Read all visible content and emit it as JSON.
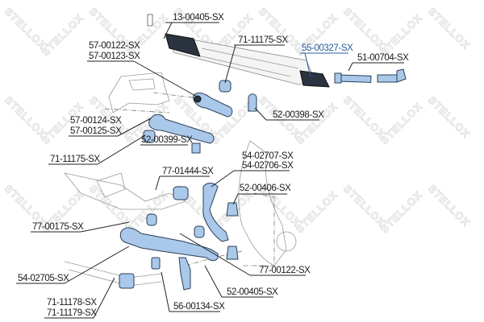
{
  "watermark": "STELLOX",
  "colors": {
    "part_fill": "#a9c8ea",
    "highlight_label": "#2a5c9a",
    "text": "#1a1a1a"
  },
  "highlighted_part": "55-00327-SX",
  "labels": {
    "rack": "13-00405-SX",
    "pitman_arm_1": "57-00122-SX",
    "pitman_arm_2": "57-00123-SX",
    "bushing_top": "71-11175-SX",
    "tie_rod": "55-00327-SX",
    "tie_rod_end": "51-00704-SX",
    "ball_joint_top": "52-00398-SX",
    "idler_arm_1": "57-00124-SX",
    "idler_arm_2": "57-00125-SX",
    "ball_joint_idler": "52-00399-SX",
    "bushing_left": "71-11175-SX",
    "upper_arm_1": "54-02707-SX",
    "upper_arm_2": "54-02706-SX",
    "upper_bushing": "77-01444-SX",
    "upper_ball_joint": "52-00406-SX",
    "lower_bushing_left": "77-00175-SX",
    "lower_arm": "54-02705-SX",
    "lower_bushing_right": "77-00122-SX",
    "lower_ball_joint": "52-00405-SX",
    "stab_bushing_1": "71-11178-SX",
    "stab_bushing_2": "71-11179-SX",
    "stab_link": "56-00134-SX"
  }
}
